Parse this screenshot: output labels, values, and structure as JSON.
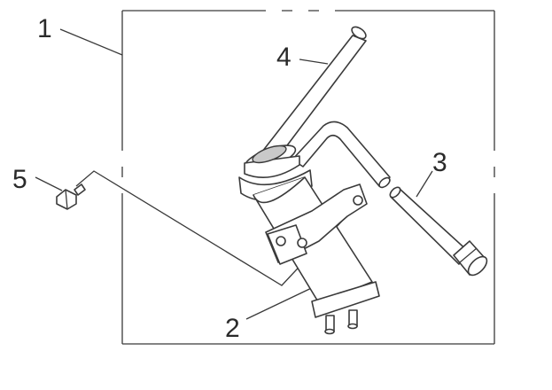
{
  "callouts": {
    "c1": "1",
    "c2": "2",
    "c3": "3",
    "c4": "4",
    "c5": "5"
  },
  "colors": {
    "stroke": "#3a3a3a",
    "part_fill": "#ffffff",
    "shade_fill": "#c9c9c9",
    "text": "#2a2a2a"
  }
}
